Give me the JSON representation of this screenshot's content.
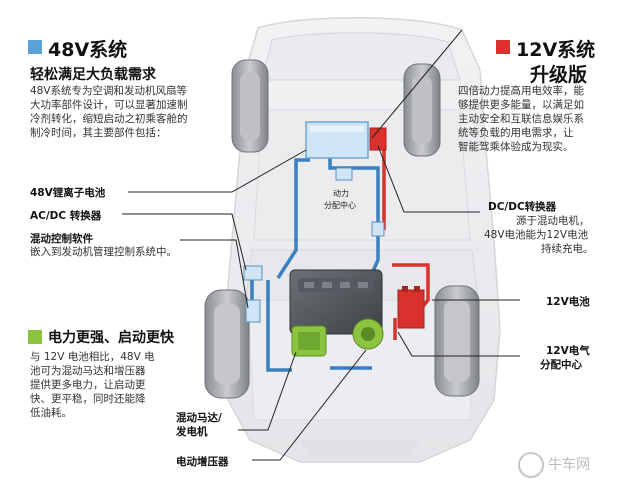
{
  "colors": {
    "v48": "#5ba3d6",
    "v12": "#d9312b",
    "green": "#8bc53f",
    "leader": "#222222"
  },
  "left": {
    "title": "48V系统",
    "subtitle": "轻松满足大负载需求",
    "body": [
      "48V系统专为空调和发动机风扇等",
      "大功率部件设计，可以显著加速制",
      "冷剂转化，缩短启动之初乘客舱的",
      "制冷时间，其主要部件包括："
    ],
    "label_battery": "48V锂离子电池",
    "label_acdc": "AC/DC 转换器",
    "label_software": "混动控制软件",
    "label_software_desc": "嵌入到发动机管理控制系统中。",
    "green_title": "电力更强、启动更快",
    "green_body": [
      "与 12V 电池相比，48V 电",
      "池可为混动马达和增压器",
      "提供更多电力，让启动更",
      "快、更平稳，同时还能降",
      "低油耗。"
    ]
  },
  "right": {
    "title": [
      "12V系统",
      "升级版"
    ],
    "body": [
      "四倍动力提高用电效率，能",
      "够提供更多能量，以满足如",
      "主动安全和互联信息娱乐系",
      "统等负载的用电需求，让",
      "智能驾乘体验成为现实。"
    ],
    "label_dcdc": "DC/DC转换器",
    "label_dcdc_desc": [
      "源于混动电机，",
      "48V电池能为12V电池",
      "持续充电。"
    ],
    "label_12v_battery": "12V电池",
    "label_12v_power": [
      "12V电气",
      "分配中心"
    ]
  },
  "center": {
    "power_center": [
      "动力",
      "分配中心"
    ],
    "label_motor": [
      "混动马达/",
      "发电机"
    ],
    "label_booster": "电动增压器"
  },
  "watermark": "牛车网"
}
